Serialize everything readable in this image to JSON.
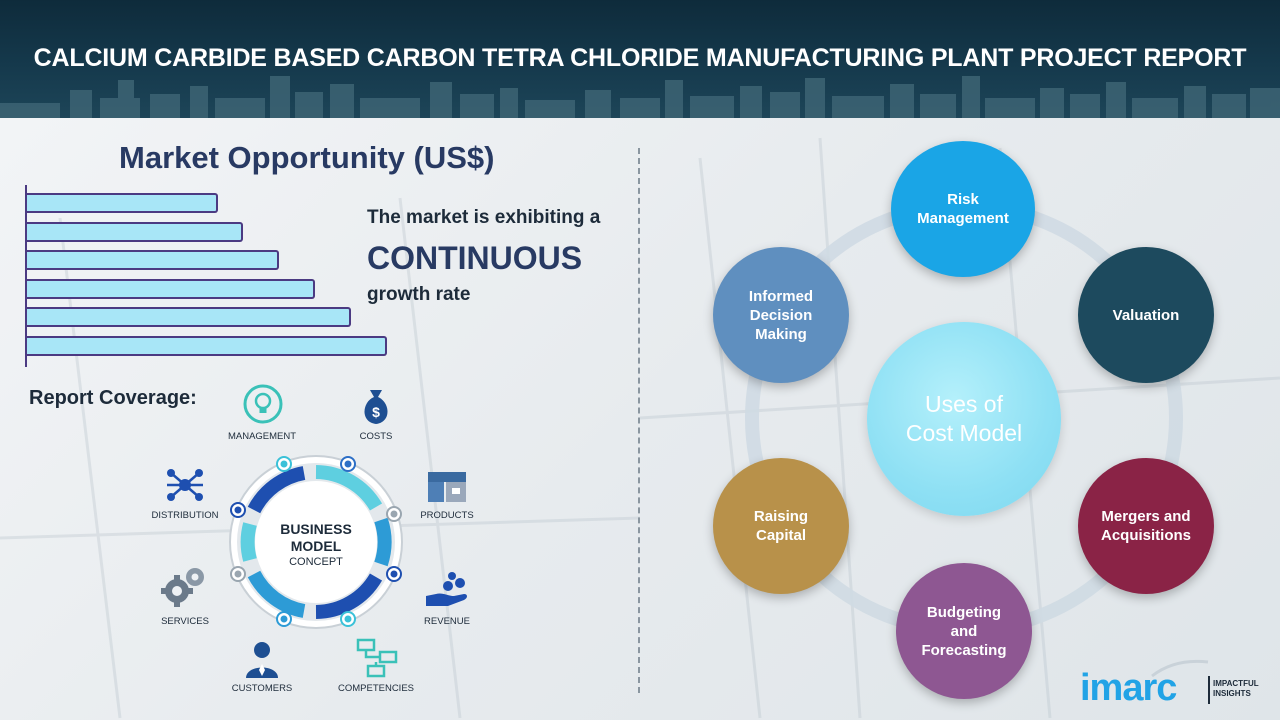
{
  "header": {
    "title": "CALCIUM CARBIDE BASED CARBON TETRA CHLORIDE MANUFACTURING PLANT PROJECT REPORT"
  },
  "market": {
    "title": "Market Opportunity (US$)",
    "line1": "The market is exhibiting a",
    "big": "CONTINUOUS",
    "line3": "growth rate",
    "bars": [
      0.53,
      0.6,
      0.7,
      0.8,
      0.9,
      1.0
    ]
  },
  "report": {
    "label": "Report Coverage:",
    "center": {
      "line1": "BUSINESS",
      "line2": "MODEL",
      "line3": "CONCEPT"
    },
    "items": {
      "management": "MANAGEMENT",
      "costs": "COSTS",
      "distribution": "DISTRIBUTION",
      "products": "PRODUCTS",
      "services": "SERVICES",
      "revenue": "REVENUE",
      "customers": "CUSTOMERS",
      "competencies": "COMPETENCIES"
    }
  },
  "uses": {
    "center": {
      "line1": "Uses of",
      "line2": "Cost Model"
    },
    "nodes": {
      "risk": "Risk Management",
      "valuation": "Valuation",
      "mergers": "Mergers and Acquisitions",
      "budgeting": "Budgeting and Forecasting",
      "raising": "Raising Capital",
      "informed": "Informed Decision Making"
    }
  },
  "logo": {
    "word": "imarc",
    "tag_line1": "IMPACTFUL",
    "tag_line2": "INSIGHTS"
  },
  "colors": {
    "risk": "#1aa5e6",
    "valuation": "#1d4a5e",
    "mergers": "#8a2346",
    "budgeting": "#8e5792",
    "raising": "#b8914a",
    "informed": "#5f8fbf",
    "bar_fill": "#a8e6f7",
    "bar_border": "#4b3a82",
    "title_navy": "#283a63"
  }
}
